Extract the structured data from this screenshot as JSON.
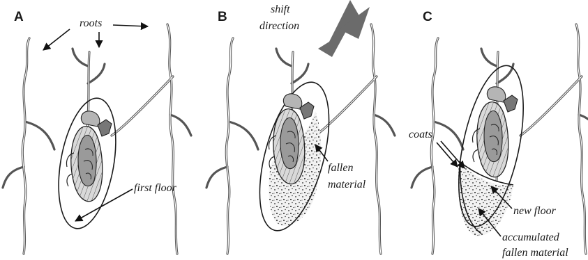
{
  "panels": [
    {
      "letter": "A",
      "labels": {
        "roots": "roots",
        "first_floor": "first floor"
      }
    },
    {
      "letter": "B",
      "labels": {
        "shift_line1": "shift",
        "shift_line2": "direction",
        "fallen_line1": "fallen",
        "fallen_line2": "material"
      }
    },
    {
      "letter": "C",
      "labels": {
        "coats": "coats",
        "new_floor": "new floor",
        "accum_line1": "accumulated",
        "accum_line2": "fallen material"
      }
    }
  ],
  "colors": {
    "ink": "#1a1a1a",
    "root_gray": "#555555",
    "insect_gray": "#9a9a9a",
    "shift_arrow": "#6b6b6b"
  }
}
